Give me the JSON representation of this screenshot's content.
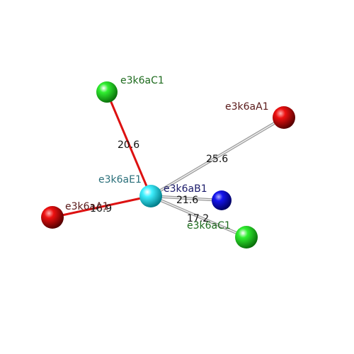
{
  "nodes": [
    {
      "id": "e3k6aE1",
      "label": "e3k6aE1",
      "color": "#00d8e8",
      "label_color": "#2a6f7a"
    },
    {
      "id": "e3k6aC1_top",
      "label": "e3k6aC1",
      "color": "#16cc16",
      "label_color": "#1e6b1e"
    },
    {
      "id": "e3k6aA1_right",
      "label": "e3k6aA1",
      "color": "#dd0000",
      "label_color": "#5a1a1a"
    },
    {
      "id": "e3k6aB1",
      "label": "e3k6aB1",
      "color": "#0000dd",
      "label_color": "#1a1a6a"
    },
    {
      "id": "e3k6aC1_bottom",
      "label": "e3k6aC1",
      "color": "#16cc16",
      "label_color": "#1e6b1e"
    },
    {
      "id": "e3k6aA1_left",
      "label": "e3k6aA1",
      "color": "#dd0000",
      "label_color": "#5a1a1a"
    }
  ],
  "edges": [
    {
      "from": "e3k6aE1",
      "to": "e3k6aC1_top",
      "distance": "20.6",
      "style": "red"
    },
    {
      "from": "e3k6aE1",
      "to": "e3k6aA1_right",
      "distance": "25.6",
      "style": "gray"
    },
    {
      "from": "e3k6aE1",
      "to": "e3k6aB1",
      "distance": "21.6",
      "style": "gray"
    },
    {
      "from": "e3k6aE1",
      "to": "e3k6aC1_bottom",
      "distance": "17.2",
      "style": "gray"
    },
    {
      "from": "e3k6aE1",
      "to": "e3k6aA1_left",
      "distance": "16.9",
      "style": "red"
    }
  ]
}
